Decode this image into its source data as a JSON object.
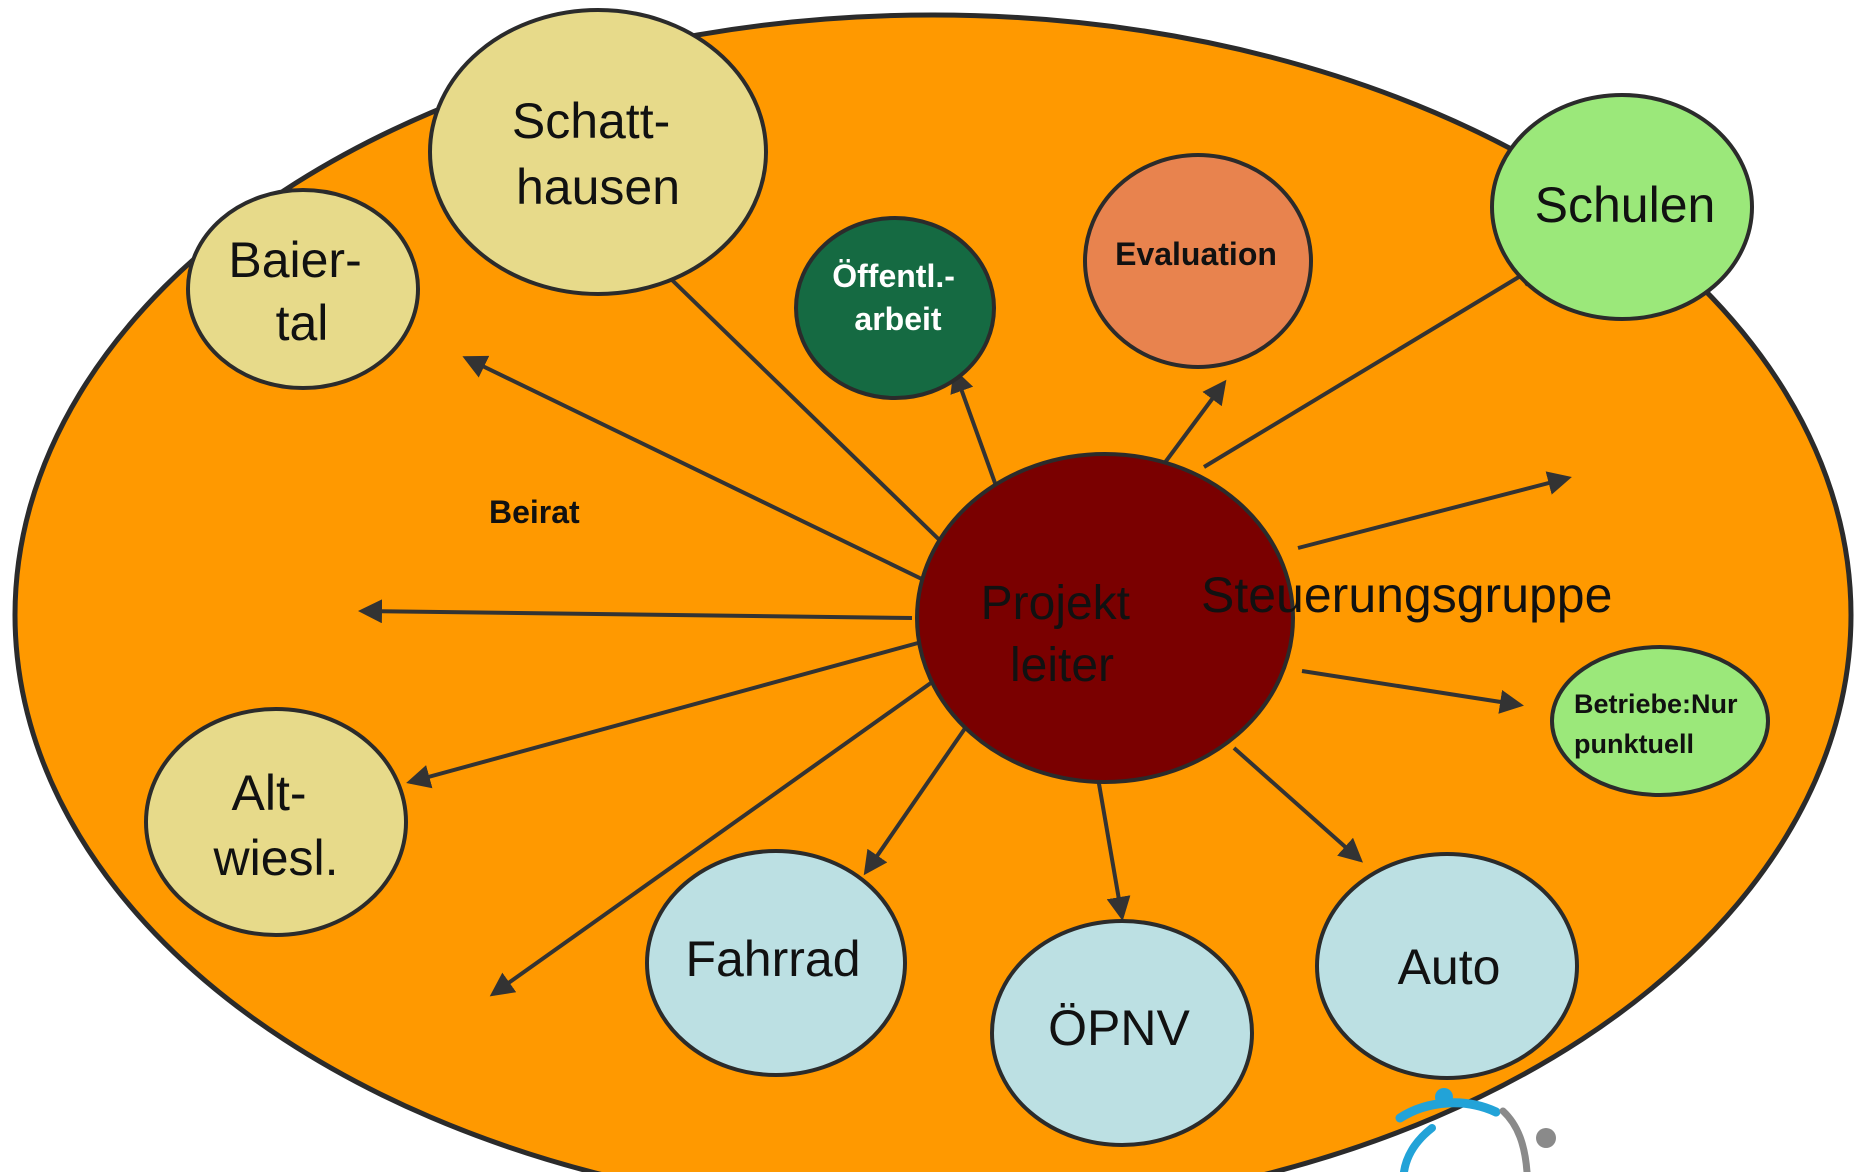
{
  "colors": {
    "background": "#ffffff",
    "field": "#FF9900",
    "center": "#7A0000",
    "village": "#E7DA8A",
    "school": "#9BE87A",
    "mobility": "#BCE0E3",
    "public_relations": "#156A42",
    "evaluation": "#E8834E",
    "outline": "#2b2b2b",
    "arrow": "#333333",
    "logo_blue": "#22A3D8",
    "logo_gray": "#8A8A8A"
  },
  "center": {
    "lines": [
      "Projekt",
      "leiter"
    ]
  },
  "steering_label": "Steuerungsgruppe",
  "advisory_label": "Beirat",
  "nodes": {
    "schatthausen": {
      "lines": [
        "Schatt-",
        "hausen"
      ]
    },
    "baiertal": {
      "lines": [
        "Baier-",
        "tal"
      ]
    },
    "altwiesloch": {
      "lines": [
        "Alt-",
        "wiesl."
      ]
    },
    "oeffentlichkeitsarbeit": {
      "lines": [
        "Öffentl.-",
        "arbeit"
      ]
    },
    "evaluation": {
      "lines": [
        "Evaluation"
      ]
    },
    "schulen": {
      "lines": [
        "Schulen"
      ]
    },
    "betriebe": {
      "lines": [
        "Betriebe:Nur",
        "punktuell"
      ]
    },
    "fahrrad": {
      "lines": [
        "Fahrrad"
      ]
    },
    "oepnv": {
      "lines": [
        "ÖPNV"
      ]
    },
    "auto": {
      "lines": [
        "Auto"
      ]
    }
  },
  "logo": {
    "icon": "running-figure-logo-icon"
  }
}
